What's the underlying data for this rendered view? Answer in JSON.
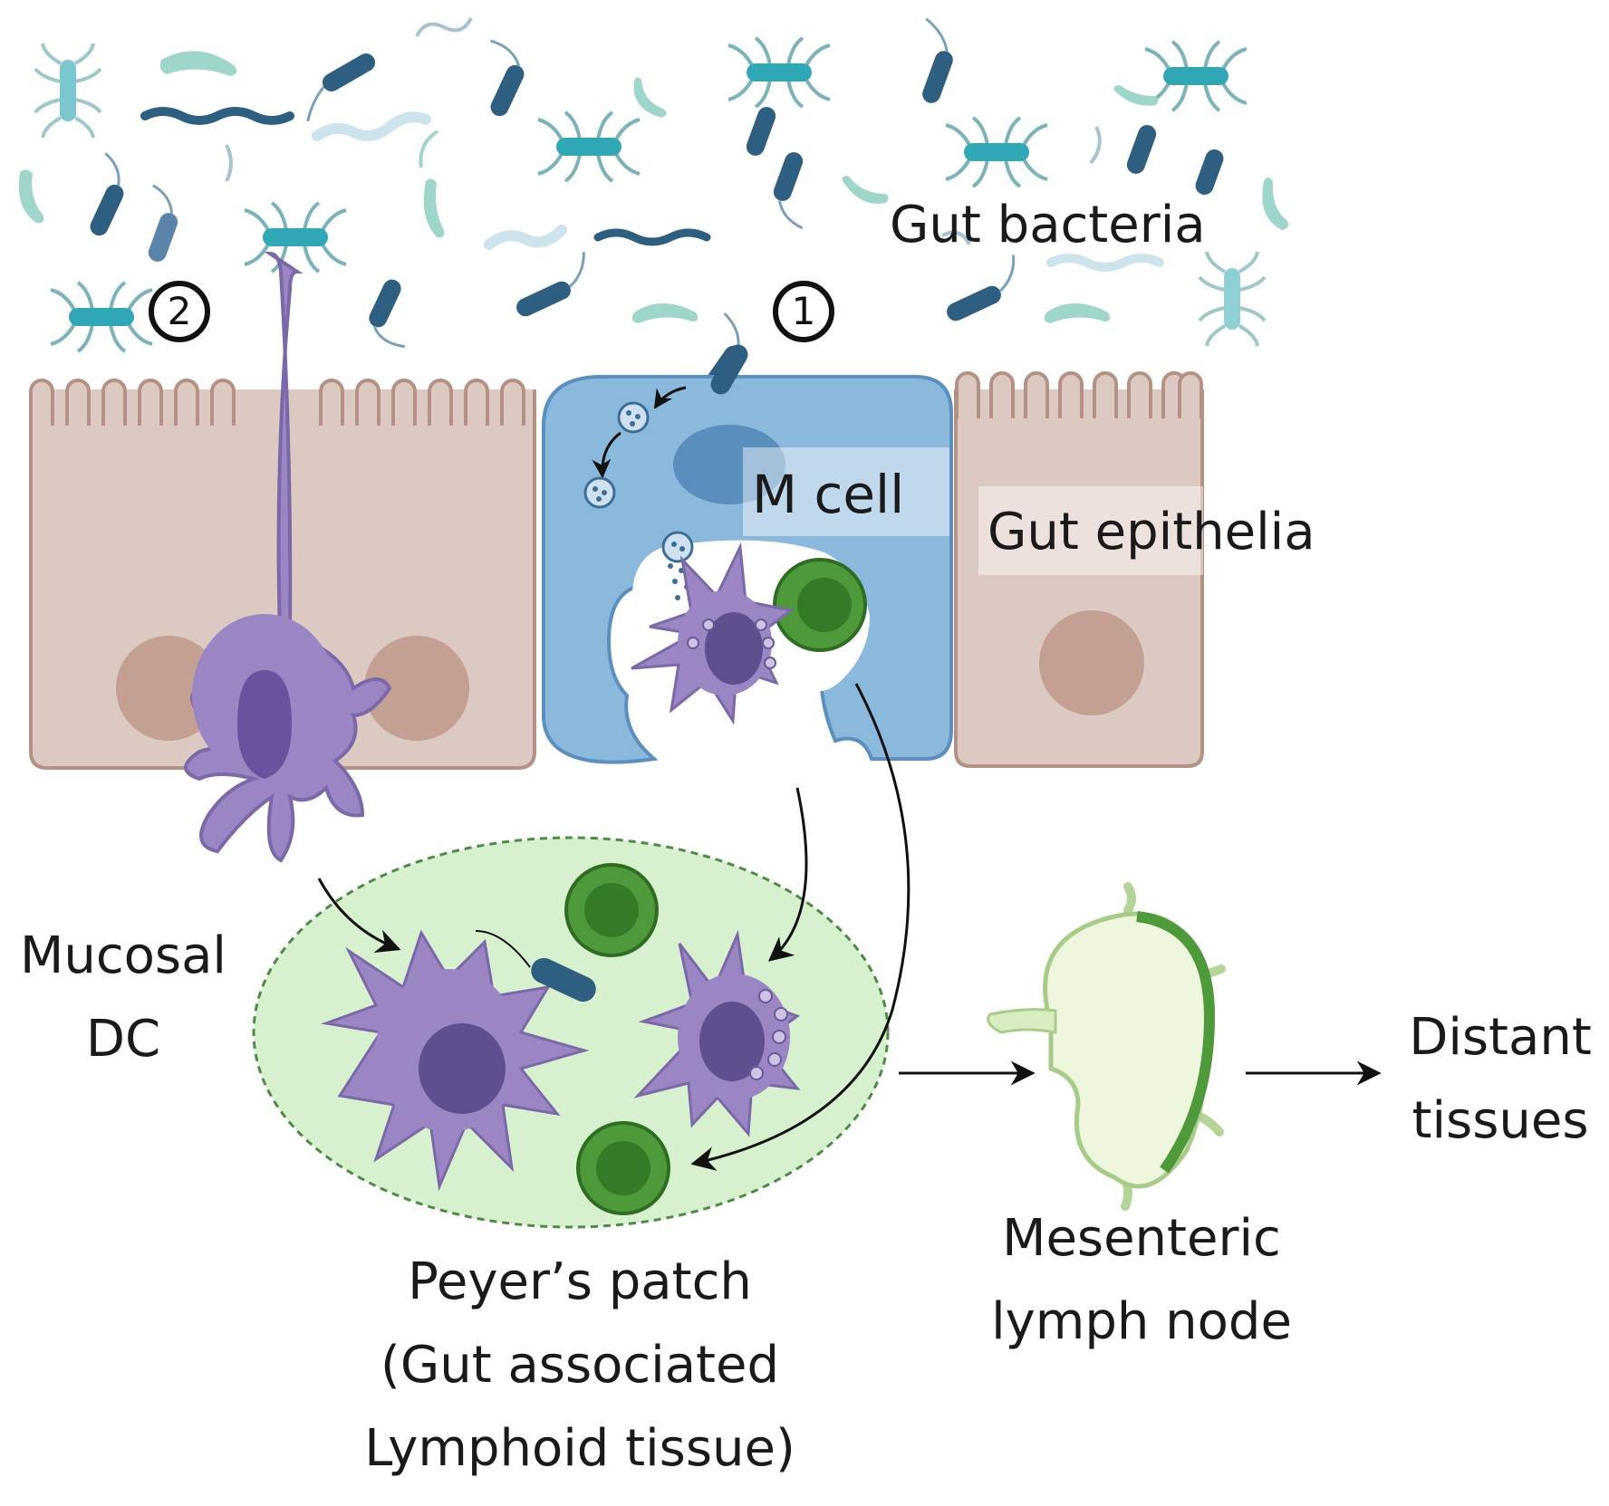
{
  "labels": {
    "gut_bacteria": "Gut bacteria",
    "m_cell": "M cell",
    "gut_epithelia": "Gut epithelia",
    "mucosal_dc_line1": "Mucosal",
    "mucosal_dc_line2": "DC",
    "peyers_line1": "Peyer’s patch",
    "peyers_line2": "(Gut associated",
    "peyers_line3": "Lymphoid tissue)",
    "mln_line1": "Mesenteric",
    "mln_line2": "lymph node",
    "distant_line1": "Distant",
    "distant_line2": "tissues"
  },
  "markers": {
    "route_1": "1",
    "route_2": "2"
  },
  "colors": {
    "epithelium": "#dcc9c1",
    "epithelium_edge": "#b39285",
    "nucleus_epi": "#c4a093",
    "m_cell": "#8bb9dc",
    "m_cell_edge": "#5b8fbf",
    "m_nucleus": "#5a8fbd",
    "dendritic_cell": "#9b86c4",
    "dc_nucleus": "#5f4f8f",
    "lymphocyte": "#3f8a2e",
    "peyers_patch": "#d7f0cd",
    "lymph_node": "#eef6de",
    "bacteria_dark": "#2f5f80",
    "bacteria_teal": "#31a9b8",
    "bacteria_light": "#9fd6cc"
  }
}
